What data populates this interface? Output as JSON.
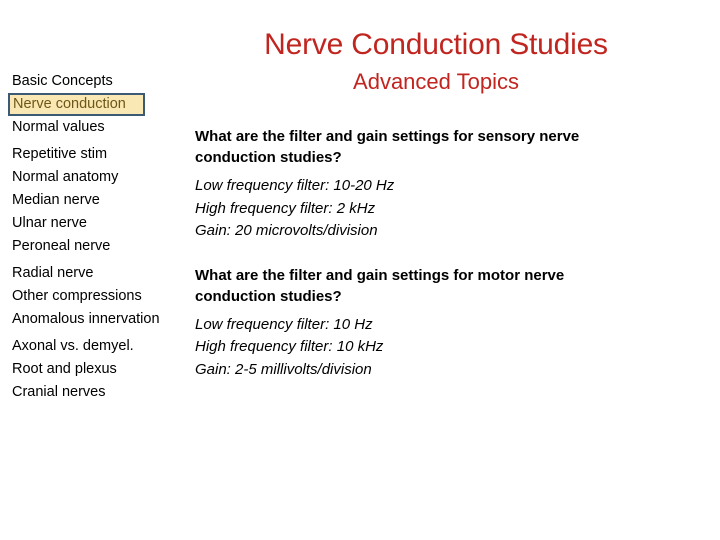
{
  "title": {
    "main": "Nerve Conduction Studies",
    "subtitle": "Advanced Topics"
  },
  "colors": {
    "title_red": "#C1251F",
    "highlight_fill": "#FAE8B4",
    "highlight_border": "#3C5A73",
    "highlight_text": "#6D5617",
    "body_text": "#000000",
    "background": "#FFFFFF"
  },
  "sidebar": {
    "items": [
      {
        "label": "Basic Concepts",
        "active": false
      },
      {
        "label": "Nerve conduction",
        "active": true
      },
      {
        "label": "Normal values",
        "active": false
      },
      {
        "label": "Repetitive stim",
        "active": false
      },
      {
        "label": "Normal anatomy",
        "active": false
      },
      {
        "label": "Median nerve",
        "active": false
      },
      {
        "label": "Ulnar nerve",
        "active": false
      },
      {
        "label": "Peroneal nerve",
        "active": false
      },
      {
        "label": "Radial nerve",
        "active": false
      },
      {
        "label": "Other compressions",
        "active": false
      },
      {
        "label": "Anomalous innervation",
        "active": false
      },
      {
        "label": "Axonal vs. demyel.",
        "active": false
      },
      {
        "label": "Root and plexus",
        "active": false
      },
      {
        "label": "Cranial nerves",
        "active": false
      }
    ]
  },
  "content": {
    "blocks": [
      {
        "question": "What are the filter and gain settings for sensory nerve conduction studies?",
        "answers": [
          "Low frequency filter: 10-20 Hz",
          "High frequency filter: 2 kHz",
          "Gain: 20 microvolts/division"
        ]
      },
      {
        "question": "What are the filter and gain settings for motor nerve conduction studies?",
        "answers": [
          "Low frequency filter: 10 Hz",
          "High frequency filter: 10 kHz",
          "Gain: 2-5 millivolts/division"
        ]
      }
    ]
  }
}
